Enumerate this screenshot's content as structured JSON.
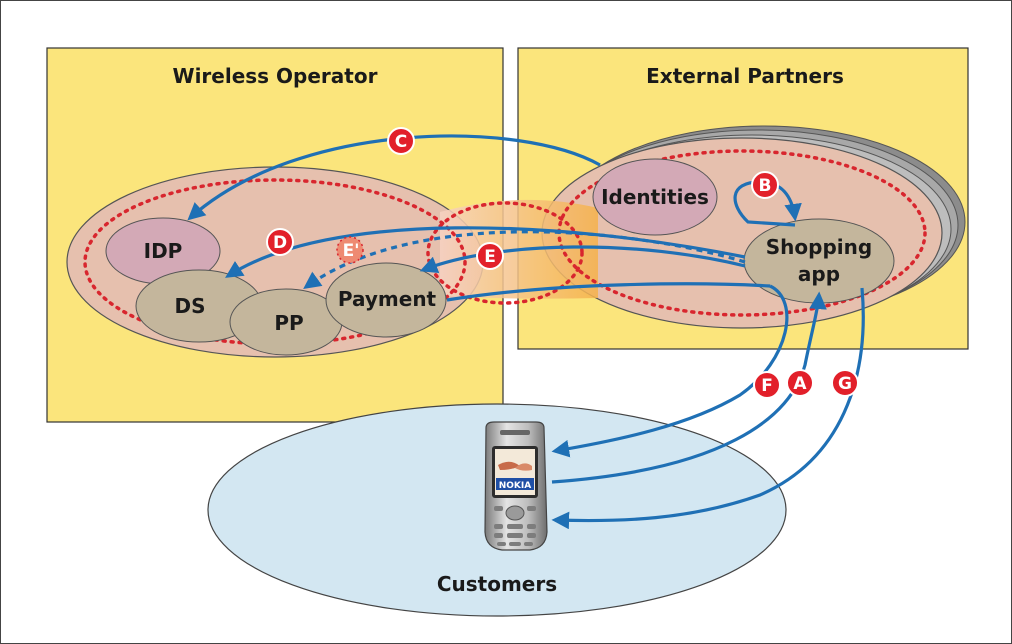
{
  "regions": {
    "wireless_operator": "Wireless Operator",
    "external_partners": "External Partners",
    "customers": "Customers"
  },
  "nodes": {
    "idp": "IDP",
    "ds": "DS",
    "pp": "PP",
    "payment": "Payment",
    "identities": "Identities",
    "shopping_app_line1": "Shopping",
    "shopping_app_line2": "app"
  },
  "phone": {
    "brand": "NOKIA"
  },
  "steps": {
    "a": "A",
    "b": "B",
    "c": "C",
    "d": "D",
    "e": "E",
    "e_prime": "E'",
    "f": "F",
    "g": "G"
  },
  "colors": {
    "region_fill": "#fbe57c",
    "domain_fill": "#e6c0ae",
    "outer_ellipse": "#d5d5d5",
    "node_fill": "#c4b69c",
    "identity_fill": "#d3a9b6",
    "customers_fill": "#d3e7f2",
    "arrow": "#1f70b5",
    "dotted_boundary": "#d8262e",
    "badge": "#e2202a",
    "badge_faded": "#ee8a72"
  }
}
